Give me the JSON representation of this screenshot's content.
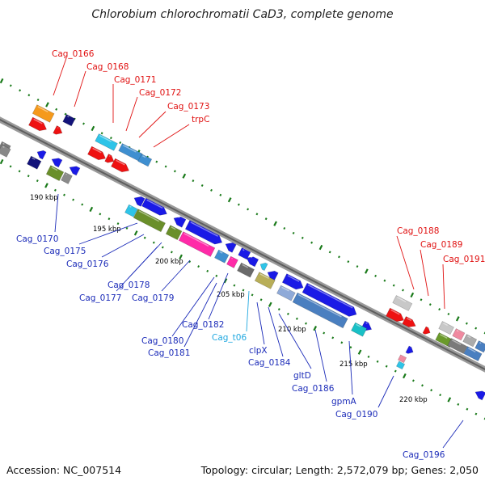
{
  "title": "Chlorobium chlorochromatii CaD3, complete genome",
  "footer": {
    "accession": "Accession: NC_007514",
    "summary": "Topology: circular; Length: 2,572,079 bp; Genes: 2,050"
  },
  "ruler_labels": [
    "190 kbp",
    "195 kbp",
    "200 kbp",
    "205 kbp",
    "210 kbp",
    "215 kbp",
    "220 kbp"
  ],
  "upper_labels": [
    "Cag_0166",
    "Cag_0168",
    "Cag_0171",
    "Cag_0172",
    "Cag_0173",
    "trpC",
    "Cag_0188",
    "Cag_0189",
    "Cag_0191"
  ],
  "lower_labels": [
    "Cag_0170",
    "Cag_0175",
    "Cag_0176",
    "Cag_0178",
    "Cag_0177",
    "Cag_0179",
    "Cag_0180",
    "Cag_0182",
    "Cag_0181",
    "Cag_t06",
    "clpX",
    "Cag_0184",
    "gltD",
    "Cag_0186",
    "gpmA",
    "Cag_0190",
    "Cag_0196"
  ],
  "colors": {
    "upper_label": "#e01010",
    "lower_label": "#1a2ab8",
    "trna_label": "#20a8e0",
    "backbone": "#8a8a8a",
    "tick": "#1a7a1a"
  }
}
